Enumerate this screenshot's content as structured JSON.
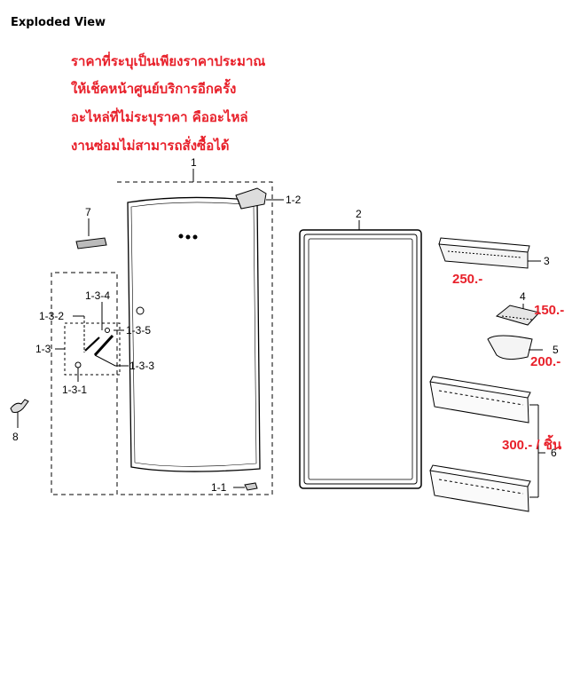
{
  "header": {
    "title": "Exploded View"
  },
  "notes": [
    "ราคาที่ระบุเป็นเพียงราคาประมาณ",
    "ให้เช็คหน้าศูนย์บริการอีกครั้ง",
    "อะไหล่ที่ไม่ระบุราคา   คืออะไหล่",
    "งานซ่อมไม่สามารถสั่งซื้อได้"
  ],
  "parts": {
    "p1": "1",
    "p1_2": "1-2",
    "p1_1": "1-1",
    "p1_3": "1-3",
    "p1_3_1": "1-3-1",
    "p1_3_2": "1-3-2",
    "p1_3_3": "1-3-3",
    "p1_3_4": "1-3-4",
    "p1_3_5": "1-3-5",
    "p2": "2",
    "p3": "3",
    "p4": "4",
    "p5": "5",
    "p6": "6",
    "p7": "7",
    "p8": "8"
  },
  "prices": {
    "p3": "250.-",
    "p4": "150.-",
    "p5": "200.-",
    "p6": "300.- / ชิ้น"
  },
  "colors": {
    "note": "#e8202a",
    "line": "#000000"
  }
}
